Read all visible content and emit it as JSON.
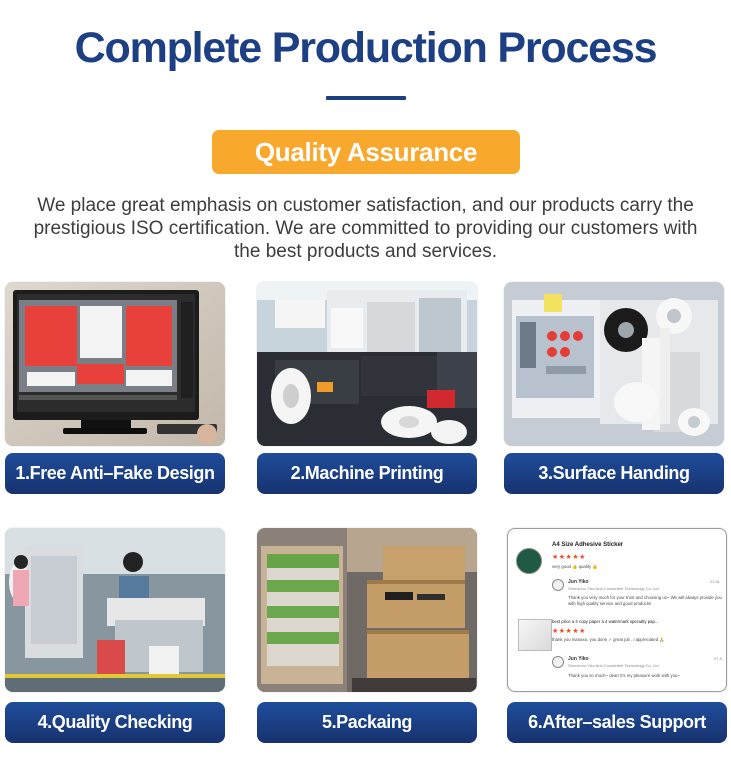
{
  "header": {
    "title": "Complete Production Process",
    "badge": "Quality Assurance",
    "description": "We place great emphasis on customer satisfaction, and our products carry the prestigious ISO certification. We are committed to providing our customers with the best products and services."
  },
  "steps": [
    {
      "label": "1.Free Anti–Fake Design",
      "icon": "computer-design-photo"
    },
    {
      "label": "2.Machine Printing",
      "icon": "printing-machine-photo"
    },
    {
      "label": "3.Surface Handing",
      "icon": "surface-handling-photo"
    },
    {
      "label": "4.Quality Checking",
      "icon": "quality-checking-photo"
    },
    {
      "label": "5.Packaing",
      "icon": "packaging-photo"
    },
    {
      "label": "6.After–sales Support",
      "icon": "review-screenshot"
    }
  ],
  "review": {
    "title": "A4 Size Adhesive Sticker",
    "stars": "★★★★★",
    "first_comment": "very good 👍 quality 👍",
    "seller": "Jun Yiko",
    "company": "Shenzhou Yiko Anti-Counterfeit Technology Co.,Ltd",
    "seller_reply_1": "Thank you very much for your trust and choosing us~ We will always provide you with high quality service and good products!",
    "date": "23 At",
    "second_title": "best price a 4 copy paper a 4 watermark specialty pap...",
    "second_comment": "thank you manaxo, you done ✓ great job . i appreciated 🙏",
    "seller_reply_2": "Thank you so much~ dear! It's my pleasure work with you~",
    "date_2": "07 A"
  },
  "colors": {
    "title": "#1d3f84",
    "badge": "#f7a82d",
    "button": "#1f4d9b",
    "text": "#3d3d3d"
  }
}
